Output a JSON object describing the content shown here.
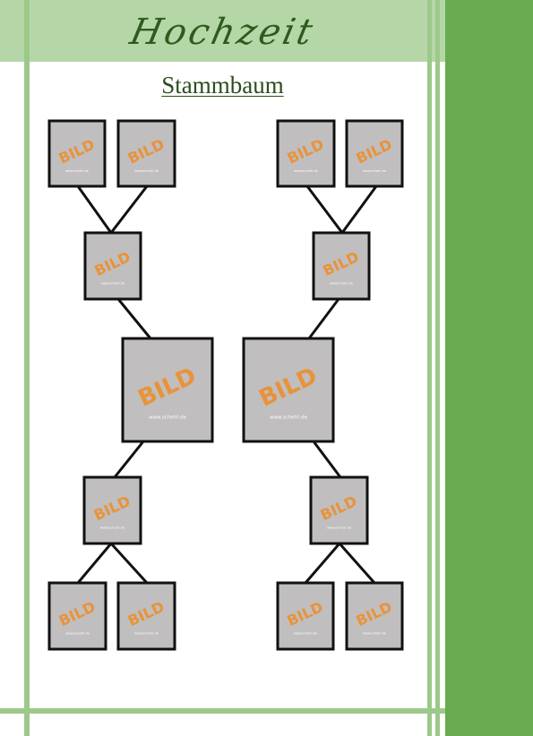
{
  "header": {
    "title": "Hochzeit",
    "subtitle": "Stammbaum"
  },
  "photo": {
    "label": "BILD",
    "url": "www.schetri.de"
  },
  "colors": {
    "header_band": "#b5d7a7",
    "right_band": "#6aaa4e",
    "stripe": "#9cc98a",
    "frame_fill": "#c0bebe",
    "frame_border": "#111111",
    "label": "#e8933a"
  }
}
